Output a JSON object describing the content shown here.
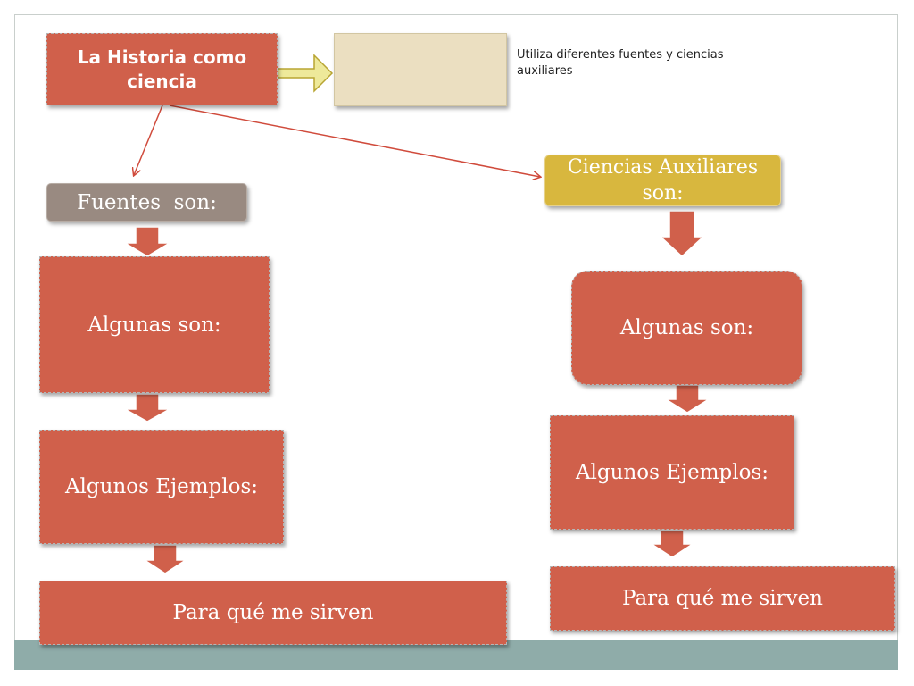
{
  "diagram": {
    "title": "La Historia como ciencia",
    "blank_box_text": "",
    "note": "Utiliza diferentes fuentes y ciencias auxiliares",
    "left_branch": {
      "header": "Fuentes  son:",
      "step1": "Algunas son:",
      "step2": "Algunos Ejemplos:",
      "step3": "Para qué me sirven"
    },
    "right_branch": {
      "header": "Ciencias Auxiliares son:",
      "step1": "Algunas son:",
      "step2": "Algunos Ejemplos:",
      "step3": "Para qué me sirven"
    }
  },
  "colors": {
    "box_red": "#d0604b",
    "box_beige": "#ebdfc1",
    "fuentes_gray": "#998a81",
    "ciencias_gold": "#d8b73e",
    "block_arrow_fill": "#eee99a",
    "down_arrow_fill": "#d0604b",
    "connector_line": "#d04b3c",
    "footer_band": "#8faca9"
  }
}
